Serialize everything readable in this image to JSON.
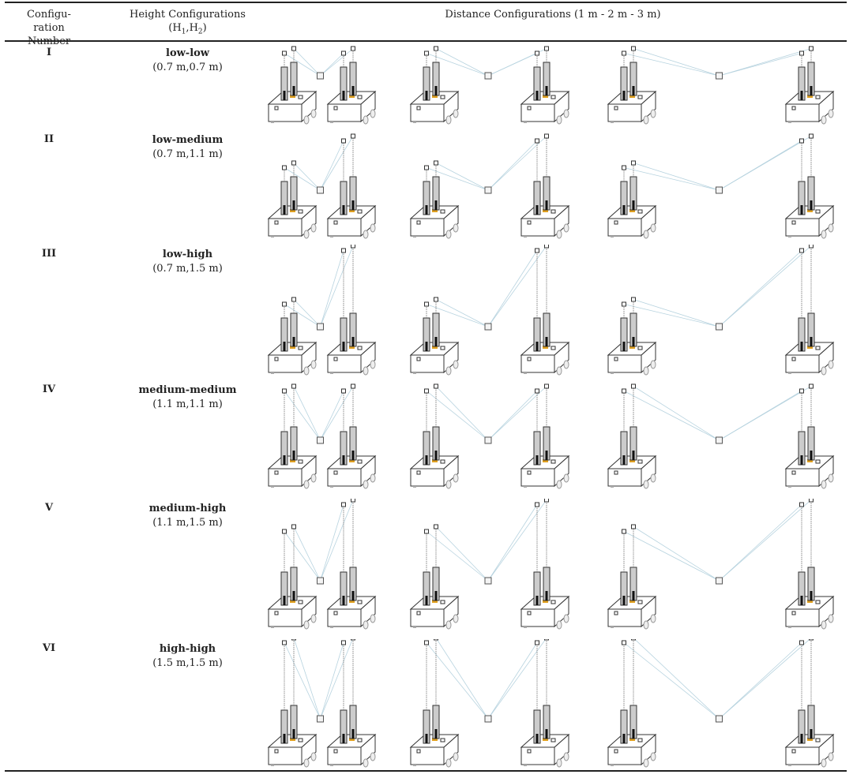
{
  "header": {
    "col1": "Configu-ration Number",
    "col2_line1": "Height Configurations",
    "col2_line2_h1": "H",
    "col2_line2_s1": "1",
    "col2_line2_h2": "H",
    "col2_line2_s2": "2",
    "col3": "Distance Configurations (1 m - 2 m - 3 m)"
  },
  "distances_m": [
    1,
    2,
    3
  ],
  "rows": [
    {
      "number": "I",
      "name": "low-low",
      "values": "(0.7 m,0.7 m)",
      "heights": [
        0.7,
        0.7
      ]
    },
    {
      "number": "II",
      "name": "low-medium",
      "values": "(0.7 m,1.1 m)",
      "heights": [
        0.7,
        1.1
      ]
    },
    {
      "number": "III",
      "name": "low-high",
      "values": "(0.7 m,1.5 m)",
      "heights": [
        0.7,
        1.5
      ]
    },
    {
      "number": "IV",
      "name": "medium-medium",
      "values": "(1.1 m,1.1 m)",
      "heights": [
        1.1,
        1.1
      ]
    },
    {
      "number": "V",
      "name": "medium-high",
      "values": "(1.1 m,1.5 m)",
      "heights": [
        1.1,
        1.5
      ]
    },
    {
      "number": "VI",
      "name": "high-high",
      "values": "(1.5 m,1.5 m)",
      "heights": [
        1.5,
        1.5
      ]
    }
  ],
  "colors": {
    "link": "#b7d3df",
    "accent": "#e0a020"
  }
}
